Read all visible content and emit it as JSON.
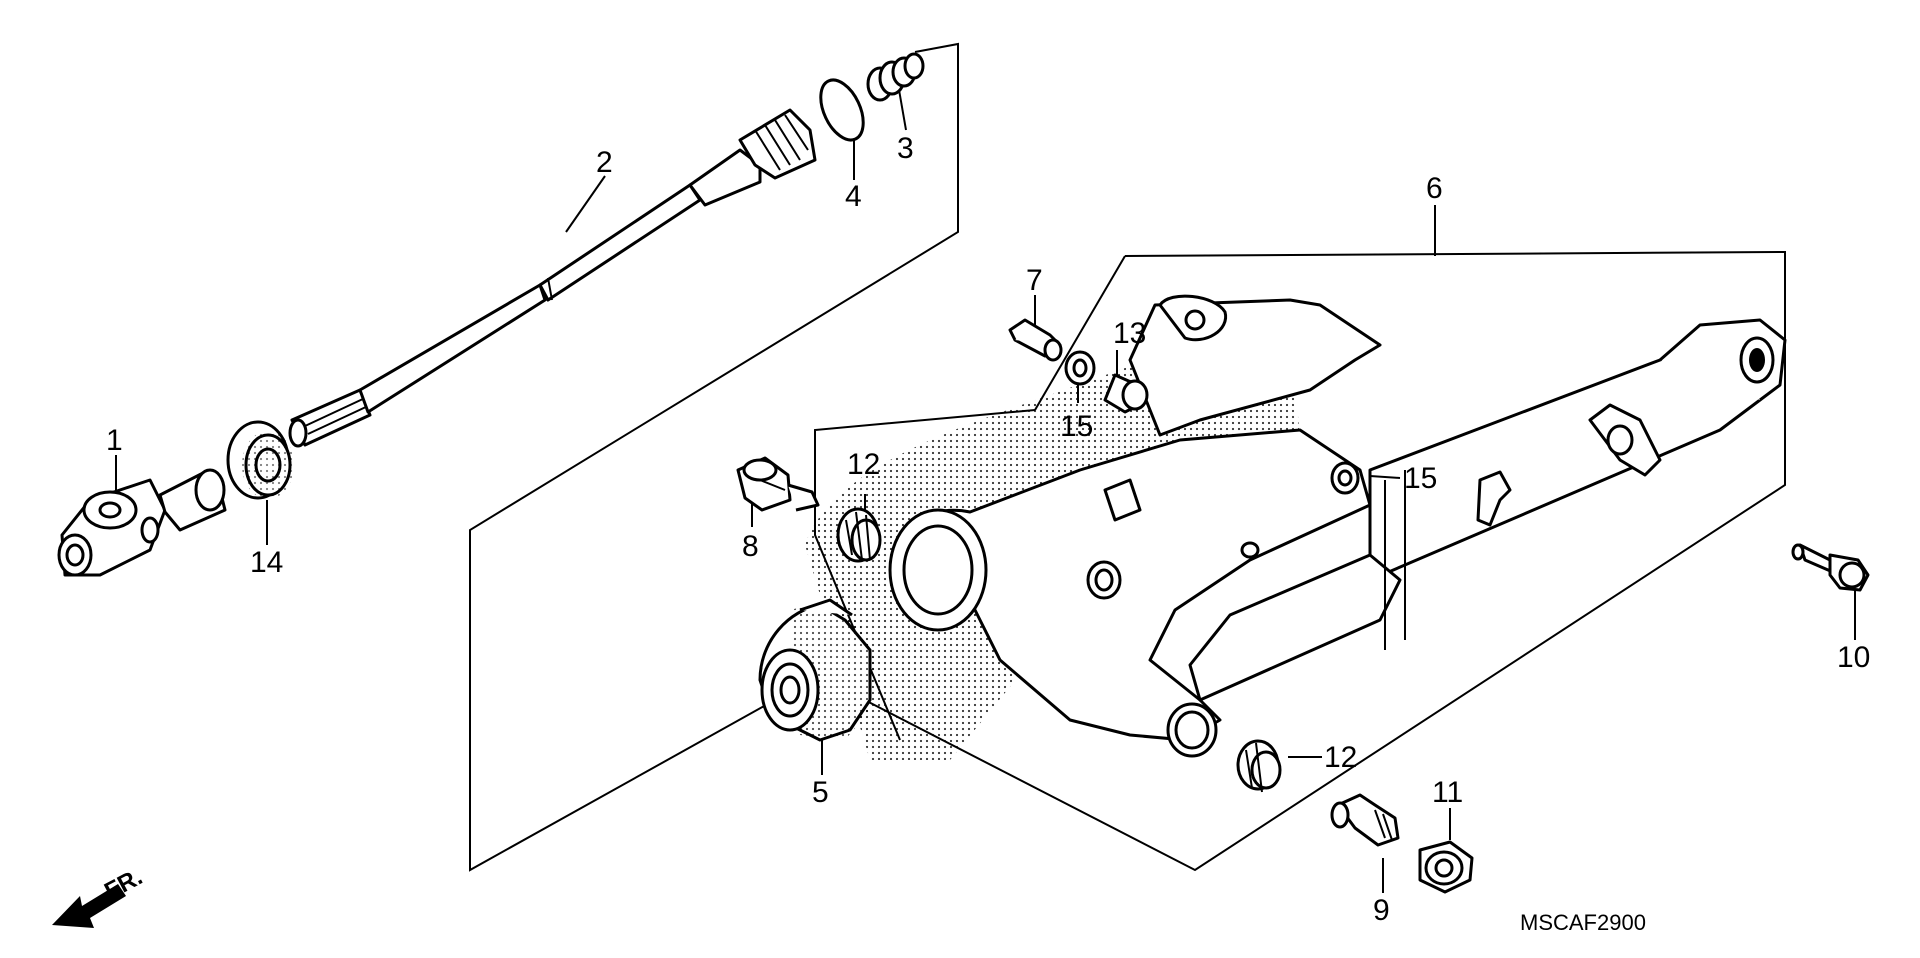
{
  "diagram": {
    "callouts": {
      "c1": "1",
      "c2": "2",
      "c3": "3",
      "c4": "4",
      "c5": "5",
      "c6": "6",
      "c7": "7",
      "c8": "8",
      "c9": "9",
      "c10": "10",
      "c11": "11",
      "c12a": "12",
      "c12b": "12",
      "c13": "13",
      "c14": "14",
      "c15a": "15",
      "c15b": "15"
    },
    "diagram_code": "MSCAF2900",
    "direction_label": "FR.",
    "colors": {
      "ink": "#000000",
      "background": "#ffffff",
      "stipple": "#000000"
    }
  }
}
